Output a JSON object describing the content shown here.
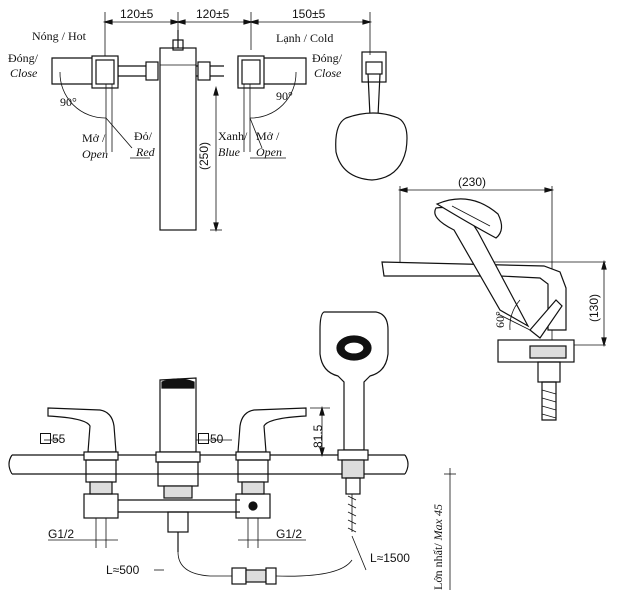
{
  "labels": {
    "hot": "Nóng / Hot",
    "cold": "Lạnh / Cold",
    "close_vi": "Đóng/",
    "close_en": "Close",
    "open_vi": "Mở /",
    "open_en": "Open",
    "red_vi": "Đỏ/",
    "red_en": "Red",
    "blue_vi": "Xanh/",
    "blue_en": "Blue",
    "angle90": "90°",
    "angle60": "60°",
    "max_vi": "Lớn nhất/",
    "max_en": "Max 45"
  },
  "dimensions": {
    "d120a": "120±5",
    "d120b": "120±5",
    "d150": "150±5",
    "d250": "(250)",
    "d230": "(230)",
    "d130": "(130)",
    "d81": "81.5",
    "sq55": "55",
    "sq50": "50",
    "g_left": "G1/2",
    "g_right": "G1/2",
    "l500": "L≈500",
    "l1500": "L≈1500"
  }
}
